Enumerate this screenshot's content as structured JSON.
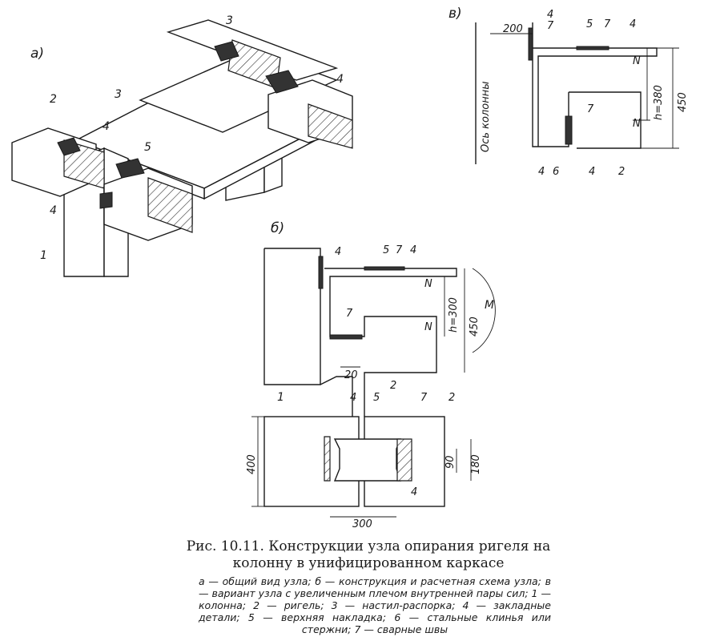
{
  "panels": {
    "a": "а)",
    "b": "б)",
    "v": "в)"
  },
  "callouts": {
    "n1": "1",
    "n2": "2",
    "n3": "3",
    "n4": "4",
    "n5": "5",
    "n6": "6",
    "n7": "7"
  },
  "dimensions": {
    "d200": "200",
    "d380": "h=380",
    "d450": "450",
    "d300h": "h=300",
    "d20": "20",
    "d400": "400",
    "d300": "300",
    "d90": "90",
    "d180": "180"
  },
  "forces": {
    "N": "N",
    "M": "M"
  },
  "axis_label": "Ось колонны",
  "caption": "Рис. 10.11. Конструкции узла опирания ригеля на колонну в унифицированном каркасе",
  "legend": "а — общий вид узла; б — конструкция и расчетная схема узла; в — вариант узла с увеличенным плечом внутренней пары сил; 1 — колонна; 2 — ригель; 3 — настил-распорка; 4 — закладные детали; 5 — верхняя накладка; 6 — стальные клинья или стержни; 7 — сварные швы"
}
